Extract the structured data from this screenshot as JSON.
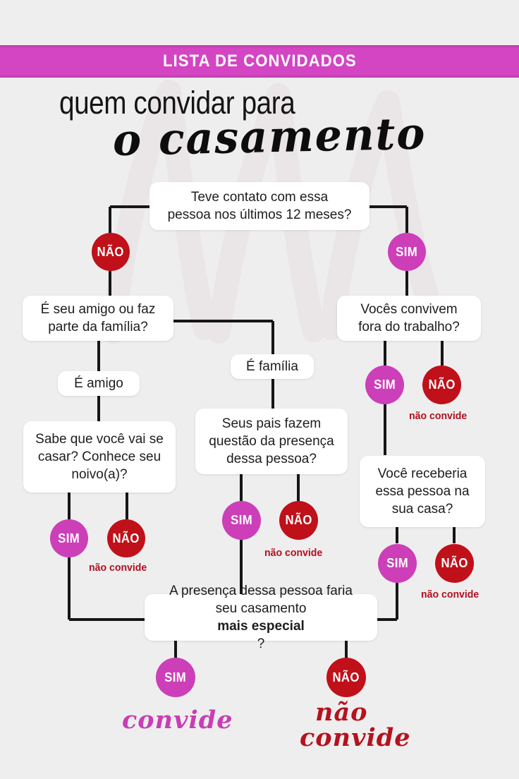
{
  "banner": {
    "title": "LISTA DE CONVIDADOS",
    "bg": "#d445c3"
  },
  "headline": {
    "line1": "quem convidar para",
    "line2": "o casamento"
  },
  "colors": {
    "background": "#efeeee",
    "pink": "#cc3fb8",
    "red": "#c01019",
    "note_red": "#b01020",
    "box_bg": "#ffffff",
    "line": "#161616"
  },
  "labels": {
    "sim": "SIM",
    "nao": "NÃO",
    "nao_convide_note": "não convide"
  },
  "boxes": {
    "q1": "Teve contato com essa pessoa nos últimos 12 meses?",
    "q1_l1": "Teve contato com essa",
    "q1_l2": "pessoa nos últimos 12 meses?",
    "q2_left": "É seu amigo ou faz parte da família?",
    "q2_left_l1": "É seu amigo ou faz",
    "q2_left_l2": "parte da família?",
    "q2_right": "Vocês convivem fora do trabalho?",
    "q2_right_l1": "Vocês convivem",
    "q2_right_l2": "fora do trabalho?",
    "tag_amigo": "É amigo",
    "tag_familia": "É família",
    "q3_left": "Sabe que você vai se casar? Conhece seu noivo(a)?",
    "q3_left_l1": "Sabe que você vai se",
    "q3_left_l2": "casar? Conhece seu",
    "q3_left_l3": "noivo(a)?",
    "q3_mid": "Seus pais fazem questão da presença dessa pessoa?",
    "q3_mid_l1": "Seus pais fazem",
    "q3_mid_l2": "questão da presença",
    "q3_mid_l3": "dessa pessoa?",
    "q3_right": "Você receberia essa pessoa na sua casa?",
    "q3_right_l1": "Você receberia",
    "q3_right_l2": "essa pessoa na",
    "q3_right_l3": "sua casa?",
    "final_l1": "A presença dessa pessoa faria",
    "final_l2a": "seu casamento ",
    "final_l2b": "mais especial",
    "final_l2c": "?"
  },
  "outcomes": {
    "invite": "convide",
    "dont_invite_l1": "não",
    "dont_invite_l2": "convide"
  },
  "chart_data": {
    "type": "diagram",
    "title": "quem convidar para o casamento",
    "nodes": [
      {
        "id": "q1",
        "kind": "question",
        "text": "Teve contato com essa pessoa nos últimos 12 meses?"
      },
      {
        "id": "q1-nao",
        "kind": "answer",
        "text": "NÃO",
        "color": "#c01019"
      },
      {
        "id": "q1-sim",
        "kind": "answer",
        "text": "SIM",
        "color": "#cc3fb8"
      },
      {
        "id": "q2l",
        "kind": "question",
        "text": "É seu amigo ou faz parte da família?"
      },
      {
        "id": "q2r",
        "kind": "question",
        "text": "Vocês convivem fora do trabalho?"
      },
      {
        "id": "tag-amigo",
        "kind": "tag",
        "text": "É amigo"
      },
      {
        "id": "tag-familia",
        "kind": "tag",
        "text": "É família"
      },
      {
        "id": "q3l",
        "kind": "question",
        "text": "Sabe que você vai se casar? Conhece seu noivo(a)?"
      },
      {
        "id": "q3m",
        "kind": "question",
        "text": "Seus pais fazem questão da presença dessa pessoa?"
      },
      {
        "id": "q3r",
        "kind": "question",
        "text": "Você receberia essa pessoa na sua casa?"
      },
      {
        "id": "final",
        "kind": "question",
        "text": "A presença dessa pessoa faria seu casamento mais especial?"
      },
      {
        "id": "out-convide",
        "kind": "outcome",
        "text": "convide",
        "color": "#c93db5"
      },
      {
        "id": "out-nao-convide",
        "kind": "outcome",
        "text": "não convide",
        "color": "#b5121f"
      }
    ],
    "edges": [
      {
        "from": "q1",
        "to": "q2l",
        "label": "NÃO"
      },
      {
        "from": "q1",
        "to": "q2r",
        "label": "SIM"
      },
      {
        "from": "q2l",
        "to": "q3l",
        "label": "É amigo"
      },
      {
        "from": "q2l",
        "to": "q3m",
        "label": "É família"
      },
      {
        "from": "q2r",
        "to": "q3r",
        "label": "SIM"
      },
      {
        "from": "q2r",
        "to": "out-nao-convide",
        "label": "NÃO"
      },
      {
        "from": "q3l",
        "to": "final",
        "label": "SIM"
      },
      {
        "from": "q3l",
        "to": "out-nao-convide",
        "label": "NÃO"
      },
      {
        "from": "q3m",
        "to": "final",
        "label": "SIM"
      },
      {
        "from": "q3m",
        "to": "out-nao-convide",
        "label": "NÃO"
      },
      {
        "from": "q3r",
        "to": "final",
        "label": "SIM"
      },
      {
        "from": "q3r",
        "to": "out-nao-convide",
        "label": "NÃO"
      },
      {
        "from": "final",
        "to": "out-convide",
        "label": "SIM"
      },
      {
        "from": "final",
        "to": "out-nao-convide",
        "label": "NÃO"
      }
    ]
  }
}
